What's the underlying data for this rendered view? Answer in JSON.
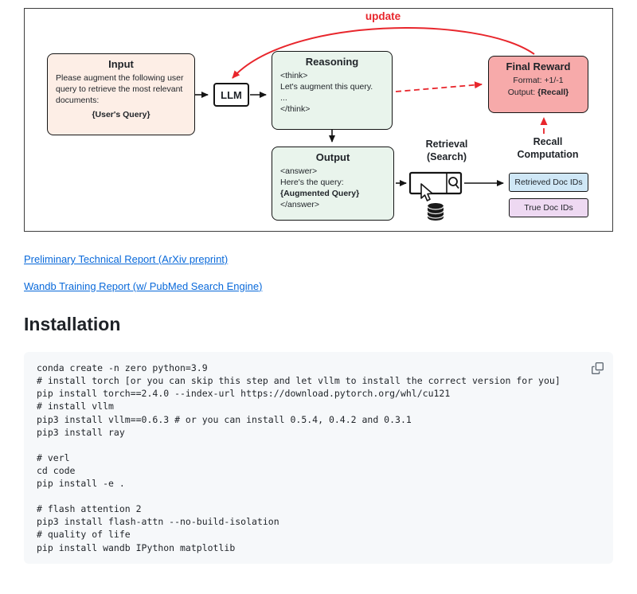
{
  "diagram": {
    "update_label": "update",
    "input_box": {
      "title": "Input",
      "body": "Please augment the following user query to retrieve the most relevant documents:",
      "query": "{User's Query}"
    },
    "llm_label": "LLM",
    "reasoning_box": {
      "title": "Reasoning",
      "line1": "<think>",
      "line2": "Let's augment this query.",
      "line3": "...",
      "line4": "</think>"
    },
    "final_reward_box": {
      "title": "Final Reward",
      "format_line": "Format: +1/-1",
      "output_prefix": "Output: ",
      "output_value": "{Recall}"
    },
    "output_box": {
      "title": "Output",
      "line1": "<answer>",
      "line2": "Here's the query:",
      "line3": "{Augmented Query}",
      "line4": "</answer>"
    },
    "retrieval_label": {
      "line1": "Retrieval",
      "line2": "(Search)"
    },
    "recall_label": {
      "line1": "Recall",
      "line2": "Computation"
    },
    "retrieved_doc_label": "Retrieved Doc IDs",
    "true_doc_label": "True Doc IDs",
    "colors": {
      "update_red": "#e8262c",
      "input_bg": "#fdeee6",
      "reasoning_bg": "#e9f4ec",
      "output_bg": "#e9f4ec",
      "final_reward_bg": "#f7aaaa",
      "retrieved_bg": "#cfe7f6",
      "true_bg": "#eed9f2",
      "link_blue": "#0969da",
      "code_bg": "#f6f8fa"
    }
  },
  "links": [
    {
      "label": "Preliminary Technical Report (ArXiv preprint)"
    },
    {
      "label": "Wandb Training Report (w/ PubMed Search Engine)"
    }
  ],
  "installation": {
    "heading": "Installation",
    "code_lines": [
      "conda create -n zero python=3.9",
      "# install torch [or you can skip this step and let vllm to install the correct version for you]",
      "pip install torch==2.4.0 --index-url https://download.pytorch.org/whl/cu121",
      "# install vllm",
      "pip3 install vllm==0.6.3 # or you can install 0.5.4, 0.4.2 and 0.3.1",
      "pip3 install ray",
      "",
      "# verl",
      "cd code",
      "pip install -e .",
      "",
      "# flash attention 2",
      "pip3 install flash-attn --no-build-isolation",
      "# quality of life",
      "pip install wandb IPython matplotlib"
    ]
  }
}
